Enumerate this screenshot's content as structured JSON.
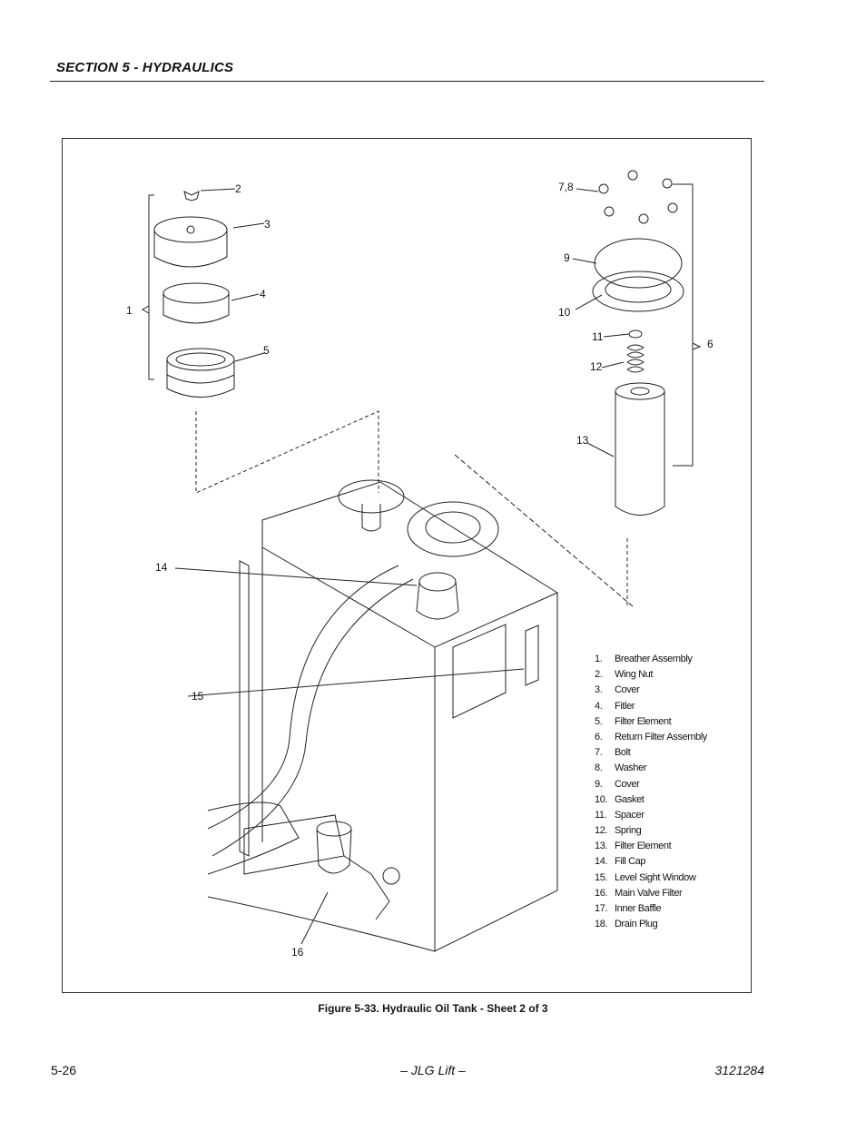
{
  "header": {
    "section_title": "SECTION 5 - HYDRAULICS"
  },
  "figure": {
    "caption": "Figure 5-33.  Hydraulic Oil Tank - Sheet 2 of 3",
    "callouts": {
      "c1": "1",
      "c2": "2",
      "c3": "3",
      "c4": "4",
      "c5": "5",
      "c6": "6",
      "c78": "7,8",
      "c9": "9",
      "c10": "10",
      "c11": "11",
      "c12": "12",
      "c13": "13",
      "c14": "14",
      "c15": "15",
      "c16": "16"
    },
    "legend": [
      {
        "num": "1.",
        "label": "Breather Assembly"
      },
      {
        "num": "2.",
        "label": "Wing Nut"
      },
      {
        "num": "3.",
        "label": "Cover"
      },
      {
        "num": "4.",
        "label": "Fitler"
      },
      {
        "num": "5.",
        "label": "Filter Element"
      },
      {
        "num": "6.",
        "label": "Return Filter Assembly"
      },
      {
        "num": "7.",
        "label": "Bolt"
      },
      {
        "num": "8.",
        "label": "Washer"
      },
      {
        "num": "9.",
        "label": "Cover"
      },
      {
        "num": "10.",
        "label": "Gasket"
      },
      {
        "num": "11.",
        "label": "Spacer"
      },
      {
        "num": "12.",
        "label": "Spring"
      },
      {
        "num": "13.",
        "label": "Filter Element"
      },
      {
        "num": "14.",
        "label": "Fill Cap"
      },
      {
        "num": "15.",
        "label": "Level Sight Window"
      },
      {
        "num": "16.",
        "label": "Main Valve Filter"
      },
      {
        "num": "17.",
        "label": "Inner Baffle"
      },
      {
        "num": "18.",
        "label": "Drain Plug"
      }
    ]
  },
  "footer": {
    "page_number": "5-26",
    "publisher": "– JLG Lift –",
    "doc_number": "3121284"
  }
}
